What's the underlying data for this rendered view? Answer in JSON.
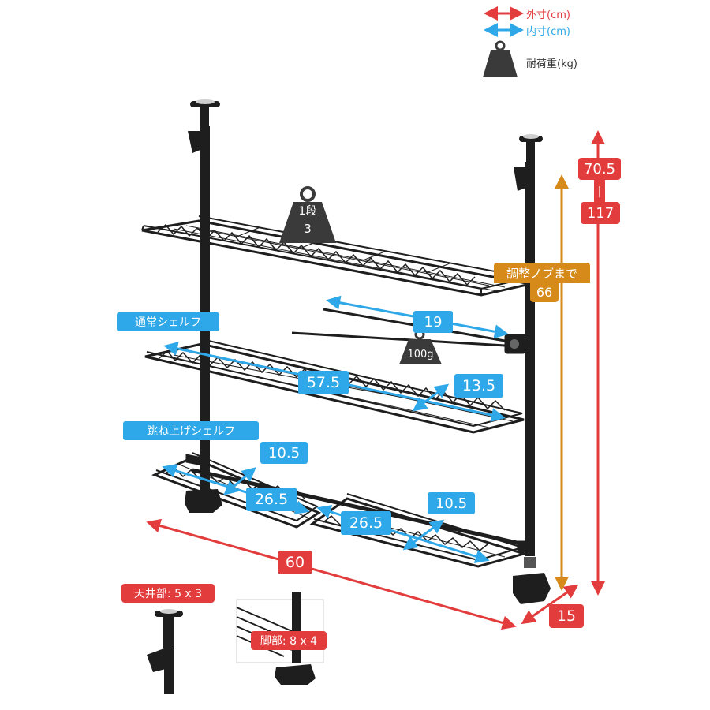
{
  "legend": {
    "outer": "外寸(cm)",
    "inner": "内寸(cm)",
    "load": "耐荷重(kg)"
  },
  "colors": {
    "outer": "#e23c3c",
    "inner": "#2ea8e8",
    "adjust": "#d68a1a",
    "rack": "#1e1e1e",
    "weight": "#3a3a3a"
  },
  "labels": {
    "height_min": "70.5",
    "height_sep": "|",
    "height_max": "117",
    "adjust_title": "調整ノブまで",
    "adjust_value": "66",
    "width_outer": "60",
    "depth_outer": "15",
    "normal_shelf": "通常シェルフ",
    "hinged_shelf": "跳ね上げシェルフ",
    "shelf_width": "57.5",
    "shelf_depth": "13.5",
    "hook_width": "19",
    "hook_load": "100g",
    "top_load_title": "1段",
    "top_load_value": "3",
    "hinged_left_depth": "10.5",
    "hinged_left_width": "26.5",
    "hinged_right_depth": "10.5",
    "hinged_right_width": "26.5",
    "ceiling_part": "天井部: 5 x 3",
    "foot_part": "脚部: 8 x 4"
  }
}
